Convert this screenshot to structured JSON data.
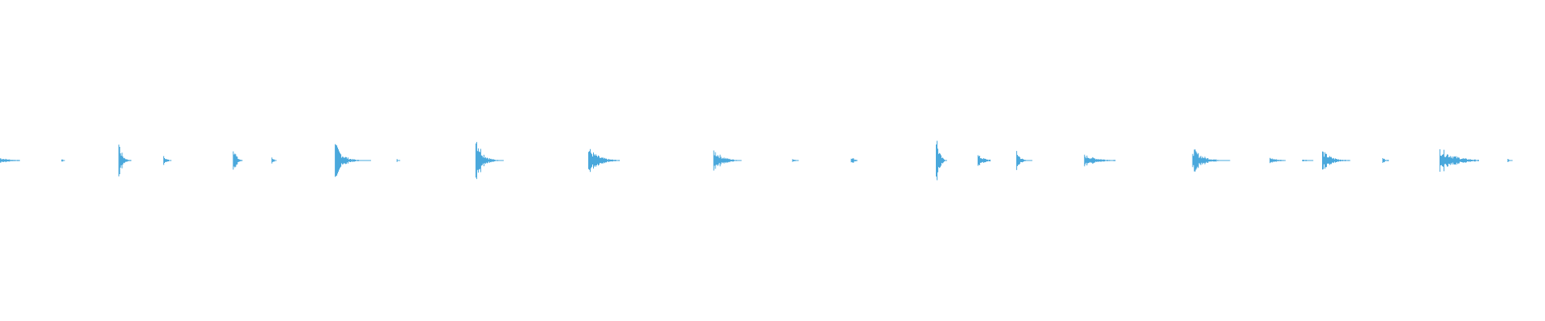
{
  "waveform": {
    "color": "#4aa8dc",
    "background": "#ffffff",
    "bursts": [
      {
        "start": 0.0,
        "length": 0.013,
        "peak": 0.02,
        "decay": 0.5
      },
      {
        "start": 0.04,
        "length": 0.002,
        "peak": 0.01,
        "decay": 0.5
      },
      {
        "start": 0.077,
        "length": 0.008,
        "peak": 0.14,
        "decay": 0.25
      },
      {
        "start": 0.106,
        "length": 0.005,
        "peak": 0.03,
        "decay": 0.4
      },
      {
        "start": 0.151,
        "length": 0.006,
        "peak": 0.14,
        "decay": 0.25
      },
      {
        "start": 0.176,
        "length": 0.003,
        "peak": 0.03,
        "decay": 0.4
      },
      {
        "start": 0.217,
        "length": 0.023,
        "peak": 0.12,
        "decay": 0.2
      },
      {
        "start": 0.257,
        "length": 0.002,
        "peak": 0.01,
        "decay": 0.5
      },
      {
        "start": 0.308,
        "length": 0.018,
        "peak": 0.2,
        "decay": 0.2
      },
      {
        "start": 0.381,
        "length": 0.02,
        "peak": 0.09,
        "decay": 0.3
      },
      {
        "start": 0.462,
        "length": 0.018,
        "peak": 0.08,
        "decay": 0.3
      },
      {
        "start": 0.513,
        "length": 0.004,
        "peak": 0.01,
        "decay": 0.5
      },
      {
        "start": 0.551,
        "length": 0.004,
        "peak": 0.03,
        "decay": 0.5
      },
      {
        "start": 0.606,
        "length": 0.007,
        "peak": 0.2,
        "decay": 0.25
      },
      {
        "start": 0.633,
        "length": 0.008,
        "peak": 0.04,
        "decay": 0.5
      },
      {
        "start": 0.658,
        "length": 0.01,
        "peak": 0.08,
        "decay": 0.2
      },
      {
        "start": 0.702,
        "length": 0.02,
        "peak": 0.04,
        "decay": 0.4
      },
      {
        "start": 0.772,
        "length": 0.024,
        "peak": 0.09,
        "decay": 0.25
      },
      {
        "start": 0.822,
        "length": 0.01,
        "peak": 0.02,
        "decay": 0.5
      },
      {
        "start": 0.843,
        "length": 0.007,
        "peak": 0.01,
        "decay": 0.5
      },
      {
        "start": 0.856,
        "length": 0.018,
        "peak": 0.07,
        "decay": 0.3
      },
      {
        "start": 0.895,
        "length": 0.004,
        "peak": 0.02,
        "decay": 0.5
      },
      {
        "start": 0.932,
        "length": 0.025,
        "peak": 0.09,
        "decay": 0.35
      },
      {
        "start": 0.976,
        "length": 0.003,
        "peak": 0.01,
        "decay": 0.5
      }
    ]
  }
}
